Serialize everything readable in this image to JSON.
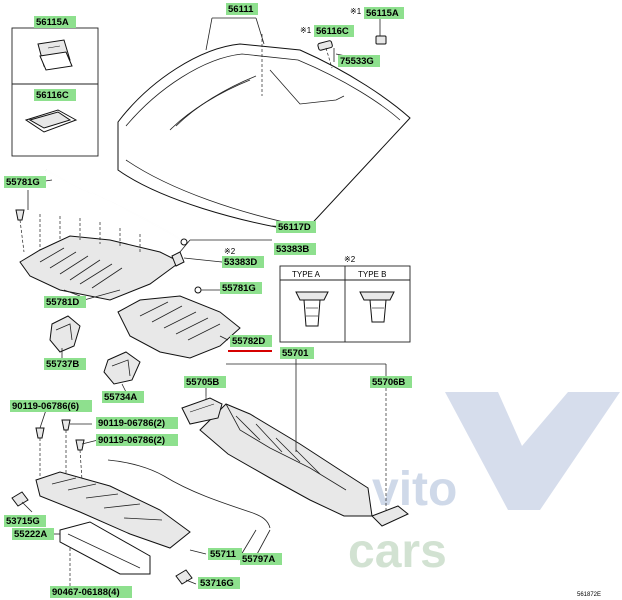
{
  "labels": {
    "l56111": "56111",
    "l56115A_top": "56115A",
    "l56115A_side": "56115A",
    "l56116C_top": "56116C",
    "l56116C_side": "56116C",
    "l75533G": "75533G",
    "l55781G_a": "55781G",
    "l55781G_b": "55781G",
    "l56117D": "56117D",
    "l53383B": "53383B",
    "l53383D": "53383D",
    "l55781D": "55781D",
    "l55782D": "55782D",
    "l55737B": "55737B",
    "l55734A": "55734A",
    "l55701": "55701",
    "l55705B": "55705B",
    "l55706B": "55706B",
    "l90119_6": "90119-06786(6)",
    "l90119_2a": "90119-06786(2)",
    "l90119_2b": "90119-06786(2)",
    "l53715G": "53715G",
    "l55222A": "55222A",
    "l55711": "55711",
    "l55797A": "55797A",
    "l53716G": "53716G",
    "l90467": "90467-06188(4)"
  },
  "notes": {
    "mark1_a": "※1",
    "mark1_b": "※1",
    "mark2": "※2",
    "mark2_box": "※2",
    "type_a": "TYPE A",
    "type_b": "TYPE B",
    "figure_id": "561872E"
  },
  "watermark": {
    "brand_top": "vito",
    "brand_bottom": "cars"
  },
  "colors": {
    "label_fill": "#8ee08e",
    "callout_underline": "#d60000",
    "watermark_blue": "#c8d2e6",
    "watermark_green": "#c4dcc4"
  }
}
